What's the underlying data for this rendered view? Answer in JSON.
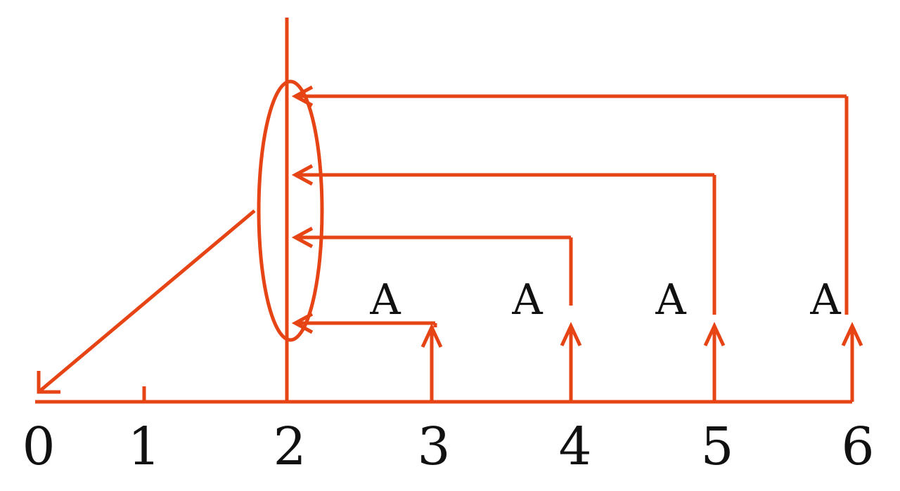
{
  "colors": {
    "line": "#e64414",
    "text": "#111111",
    "background": "#ffffff"
  },
  "axis": {
    "tick_labels": [
      "0",
      "1",
      "2",
      "3",
      "4",
      "5",
      "6"
    ]
  },
  "events": [
    {
      "label": "A",
      "position": 3
    },
    {
      "label": "A",
      "position": 4
    },
    {
      "label": "A",
      "position": 5
    },
    {
      "label": "A",
      "position": 6
    }
  ]
}
